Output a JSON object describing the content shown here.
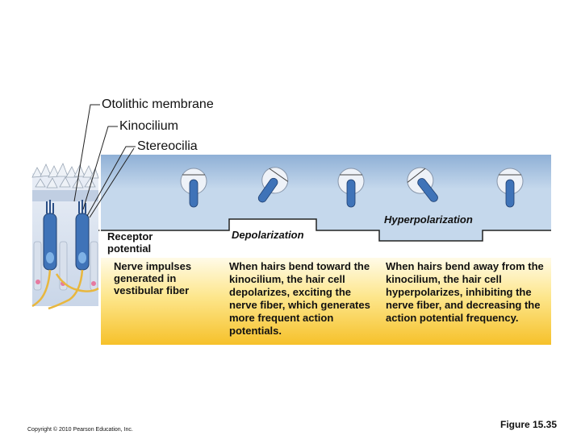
{
  "labels": {
    "otolithic_membrane": "Otolithic membrane",
    "kinocilium": "Kinocilium",
    "stereocilia": "Stereocilia",
    "receptor_potential": "Receptor potential",
    "nerve_impulses": "Nerve impulses generated in vestibular fiber",
    "depolarization": "Depolarization",
    "hyperpolarization": "Hyperpolarization"
  },
  "descriptions": {
    "depolarization": "When hairs bend toward the kinocilium, the hair cell depolarizes, exciting the nerve fiber, which generates more frequent action potentials.",
    "hyperpolarization": "When hairs bend away from the kinocilium, the hair cell hyperpolarizes, inhibiting the nerve fiber, and decreasing the action potential frequency."
  },
  "footer": {
    "copyright": "Copyright © 2010 Pearson Education, Inc.",
    "figure": "Figure 15.35"
  },
  "colors": {
    "blue_band": "#b7cfe6",
    "yellow_panel_top": "#fffbe6",
    "yellow_panel_bottom": "#f7c32a",
    "hair_cell": "#3f73b8",
    "nerve_fiber": "#e8b73e"
  },
  "hair_cell_states": [
    {
      "bend": "neutral"
    },
    {
      "bend": "toward kinocilium"
    },
    {
      "bend": "neutral"
    },
    {
      "bend": "away from kinocilium"
    },
    {
      "bend": "neutral"
    }
  ]
}
